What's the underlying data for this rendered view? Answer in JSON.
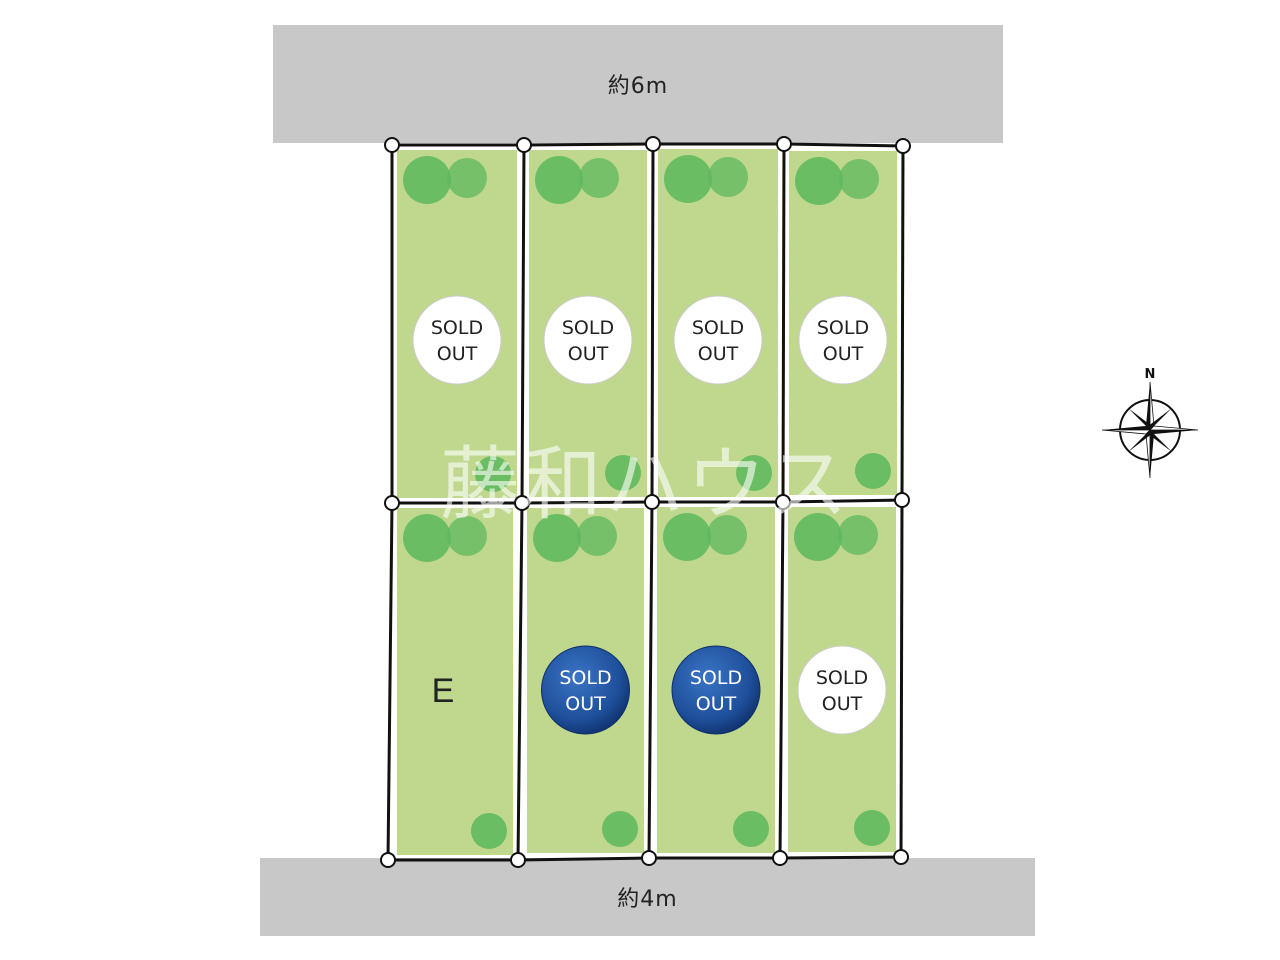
{
  "roads": {
    "north": "約6m",
    "south": "約4m"
  },
  "watermark": "藤和ハウス",
  "compass": {
    "label": "N",
    "icon": "north-arrow-compass-icon"
  },
  "lots": [
    {
      "row": "north",
      "column": 1,
      "label": "",
      "status": "SOLD OUT",
      "stamp_style": "white"
    },
    {
      "row": "north",
      "column": 2,
      "label": "",
      "status": "SOLD OUT",
      "stamp_style": "white"
    },
    {
      "row": "north",
      "column": 3,
      "label": "",
      "status": "SOLD OUT",
      "stamp_style": "white"
    },
    {
      "row": "north",
      "column": 4,
      "label": "",
      "status": "SOLD OUT",
      "stamp_style": "white"
    },
    {
      "row": "south",
      "column": 1,
      "label": "E",
      "status": "",
      "stamp_style": "none"
    },
    {
      "row": "south",
      "column": 2,
      "label": "",
      "status": "SOLD OUT",
      "stamp_style": "blue"
    },
    {
      "row": "south",
      "column": 3,
      "label": "",
      "status": "SOLD OUT",
      "stamp_style": "blue"
    },
    {
      "row": "south",
      "column": 4,
      "label": "",
      "status": "SOLD OUT",
      "stamp_style": "white"
    }
  ],
  "colors": {
    "road": "#c8c8c8",
    "lot_fill": "#bfd88e",
    "tree": "#5cb85c",
    "boundary": "#111111",
    "stamp_blue": "#1e4f9a",
    "stamp_white": "#ffffff"
  }
}
